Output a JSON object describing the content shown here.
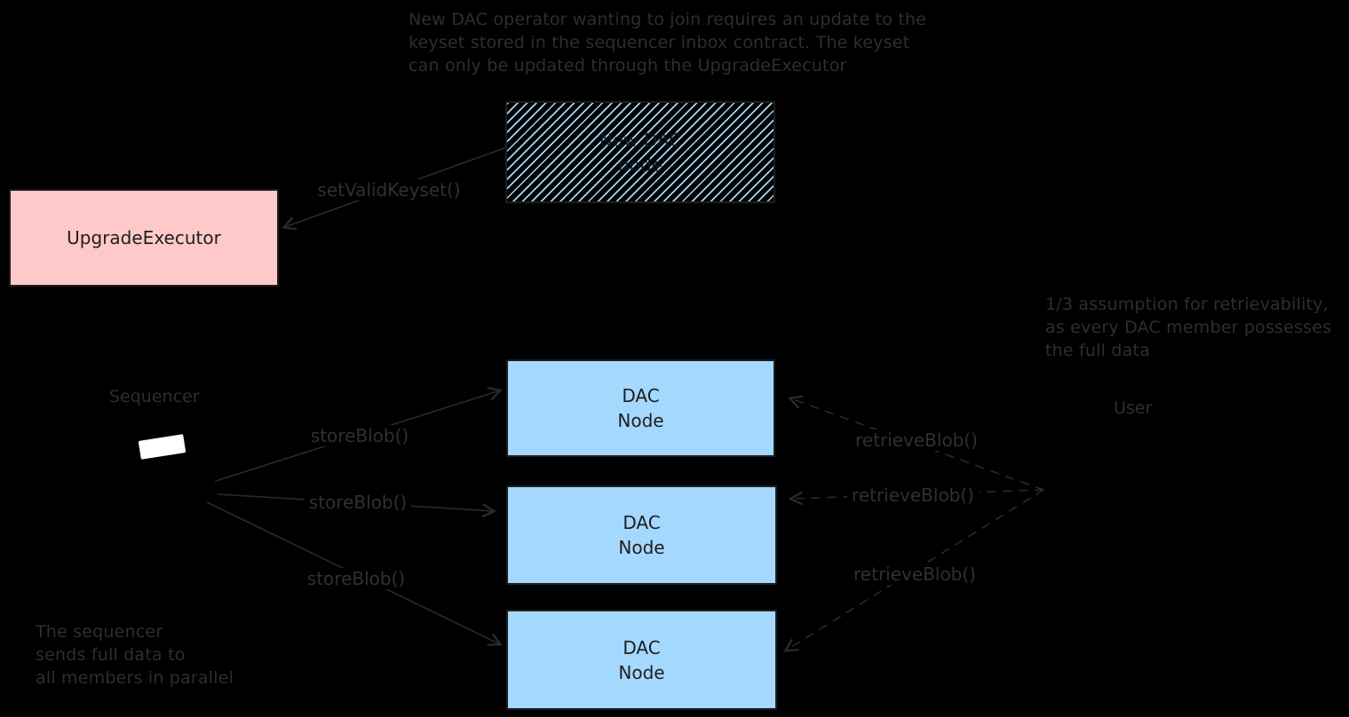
{
  "canvas": {
    "background": "#000000",
    "stroke_color": "#2a2a2a",
    "box_border_color": "#1e1e1e",
    "pink": "#ffc9c9",
    "light_blue": "#a5d8ff"
  },
  "notes": {
    "keyset_update": "New DAC operator wanting to join requires an update to the\nkeyset stored in the sequencer inbox contract. The keyset\ncan only be updated through the UpgradeExecutor",
    "retrievability": "1/3 assumption for retrievability,\nas every DAC member possesses\nthe full data",
    "parallel": "The sequencer\nsends full data to\nall members in parallel"
  },
  "boxes": {
    "new_dac_node": {
      "label": "New DAC\nnode",
      "fill_style": "hachure",
      "color": "#a5d8ff"
    },
    "upgrade_executor": {
      "label": "UpgradeExecutor",
      "color": "#ffc9c9"
    },
    "dac_nodes": [
      {
        "label": "DAC\nNode"
      },
      {
        "label": "DAC\nNode"
      },
      {
        "label": "DAC\nNode"
      }
    ]
  },
  "actors": {
    "sequencer": "Sequencer",
    "user": "User"
  },
  "edges": {
    "set_valid_keyset": "setValidKeyset()",
    "store_blob": [
      "storeBlob()",
      "storeBlob()",
      "storeBlob()"
    ],
    "retrieve_blob": [
      "retrieveBlob()",
      "retrieveBlob()",
      "retrieveBlob()"
    ]
  }
}
